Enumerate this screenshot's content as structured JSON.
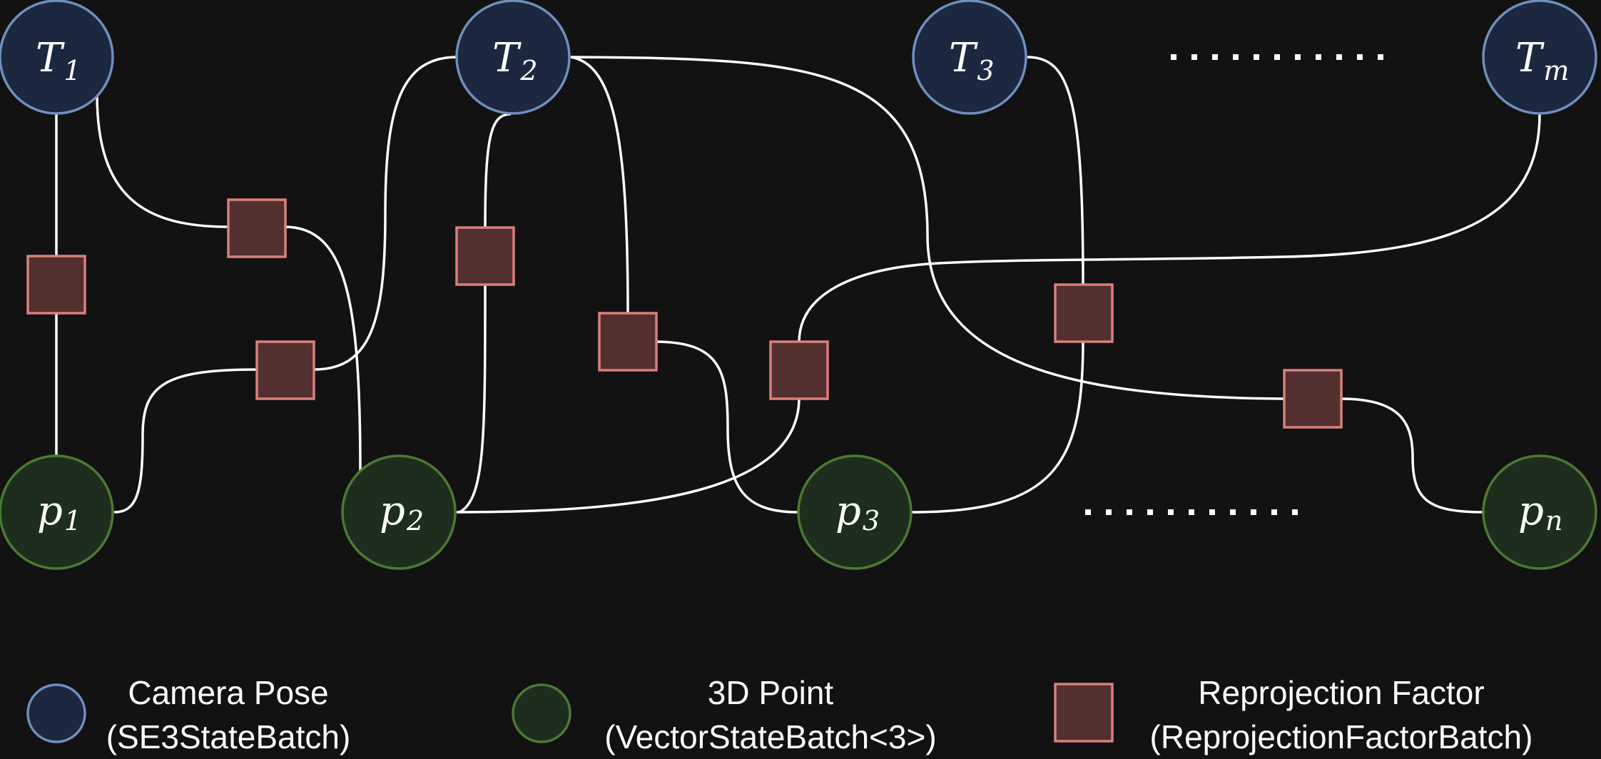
{
  "pose_nodes": [
    {
      "id": "T1",
      "symbol": "T",
      "subscript": "1"
    },
    {
      "id": "T2",
      "symbol": "T",
      "subscript": "2"
    },
    {
      "id": "T3",
      "symbol": "T",
      "subscript": "3"
    },
    {
      "id": "Tm",
      "symbol": "T",
      "subscript": "m"
    }
  ],
  "point_nodes": [
    {
      "id": "p1",
      "symbol": "p",
      "subscript": "1"
    },
    {
      "id": "p2",
      "symbol": "p",
      "subscript": "2"
    },
    {
      "id": "p3",
      "symbol": "p",
      "subscript": "3"
    },
    {
      "id": "pn",
      "symbol": "p",
      "subscript": "n"
    }
  ],
  "factors": [
    {
      "id": "f1",
      "pose": "T1",
      "point": "p1"
    },
    {
      "id": "f2",
      "pose": "T1",
      "point": "p2"
    },
    {
      "id": "f3",
      "pose": "T2",
      "point": "p1"
    },
    {
      "id": "f4",
      "pose": "T2",
      "point": "p2"
    },
    {
      "id": "f5",
      "pose": "T2",
      "point": "p3"
    },
    {
      "id": "f6",
      "pose": "Tm",
      "point": "p2"
    },
    {
      "id": "f7",
      "pose": "T3",
      "point": "p3"
    },
    {
      "id": "f8",
      "pose": "T2",
      "point": "pn"
    }
  ],
  "legend": {
    "camera_pose": {
      "title": "Camera Pose",
      "type": "(SE3StateBatch)"
    },
    "point_3d": {
      "title": "3D Point",
      "type": "(VectorStateBatch<3>)"
    },
    "reprojection": {
      "title": "Reprojection Factor",
      "type": "(ReprojectionFactorBatch)"
    }
  },
  "colors": {
    "background": "#121212",
    "pose_fill": "#1c2840",
    "pose_stroke": "#6f8fbd",
    "point_fill": "#1e2e1e",
    "point_stroke": "#4b7a32",
    "factor_fill": "#532f2f",
    "factor_stroke": "#d9807a",
    "edge": "#ffffff"
  }
}
